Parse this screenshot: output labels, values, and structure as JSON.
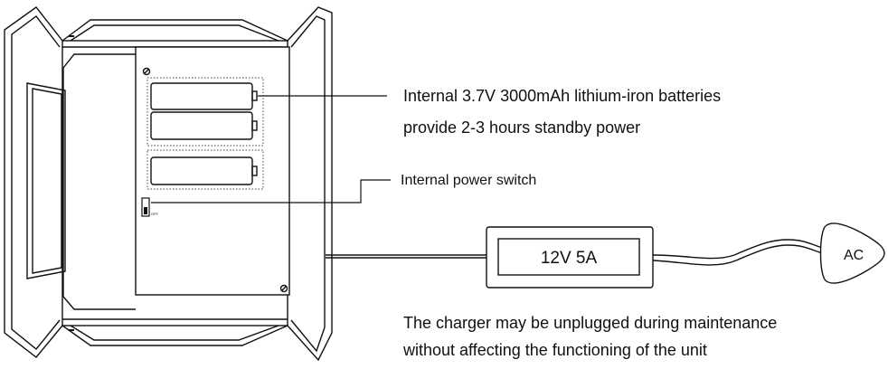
{
  "labels": {
    "battery_line1": "Internal 3.7V 3000mAh lithium-iron batteries",
    "battery_line2": "provide 2-3 hours standby power",
    "switch": "Internal power switch",
    "switch_state": "OFF",
    "charger": "12V 5A",
    "plug": "AC",
    "note_line1": "The charger may be unplugged during maintenance",
    "note_line2": "without affecting the functioning of the unit"
  },
  "colors": {
    "stroke": "#111111",
    "background": "#ffffff",
    "dotted": "#666666"
  }
}
